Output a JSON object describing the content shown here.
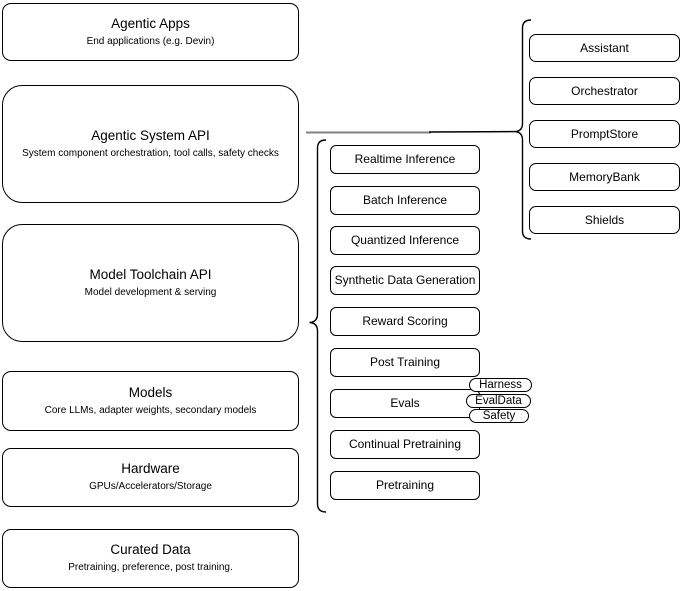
{
  "left_column": [
    {
      "title": "Agentic Apps",
      "subtitle": "End applications (e.g. Devin)"
    },
    {
      "title": "Agentic System API",
      "subtitle": "System component orchestration, tool calls, safety checks"
    },
    {
      "title": "Model Toolchain API",
      "subtitle": "Model development & serving"
    },
    {
      "title": "Models",
      "subtitle": "Core LLMs, adapter weights, secondary models"
    },
    {
      "title": "Hardware",
      "subtitle": "GPUs/Accelerators/Storage"
    },
    {
      "title": "Curated Data",
      "subtitle": "Pretraining, preference, post training."
    }
  ],
  "toolchain_group": [
    "Realtime Inference",
    "Batch Inference",
    "Quantized Inference",
    "Synthetic Data Generation",
    "Reward Scoring",
    "Post Training",
    "Evals",
    "Continual Pretraining",
    "Pretraining"
  ],
  "evals_tags": [
    "Harness",
    "EvalData",
    "Safety"
  ],
  "system_group": [
    "Assistant",
    "Orchestrator",
    "PromptStore",
    "MemoryBank",
    "Shields"
  ],
  "colors": {
    "node_border": "#000000",
    "text": "#000000",
    "background": "#ffffff",
    "connector_gray": "#808080",
    "connector_black": "#000000"
  }
}
